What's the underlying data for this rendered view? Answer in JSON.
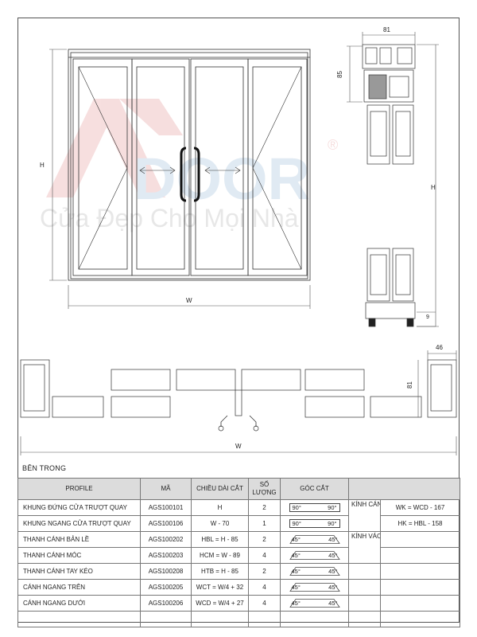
{
  "drawing": {
    "dim_frame_width": "81",
    "dim_frame_depth": "85",
    "dim_height_left": "H",
    "dim_height_right": "H",
    "dim_width_elevation": "W",
    "dim_width_plan": "W",
    "dim_sill": "9",
    "dim_plan_depth": "46",
    "dim_plan_frame": "81"
  },
  "watermark": {
    "brand": "DOOR",
    "registered": "®",
    "slogan": "Cửa Đẹp Cho Mọi Nhà"
  },
  "section_label": "BÊN TRONG",
  "table": {
    "headers": {
      "profile": "PROFILE",
      "code": "MÃ",
      "cut_length": "CHIỀU DÀI CẮT",
      "quantity": "SỐ LƯỢNG",
      "angle": "GÓC CẮT"
    },
    "rows": [
      {
        "profile": "KHUNG ĐỨNG CỬA TRƯỢT QUAY",
        "code": "AGS100101",
        "length": "H",
        "qty": "2",
        "a1": "90°",
        "a2": "90°",
        "bevel": false
      },
      {
        "profile": "KHUNG NGANG CỬA TRƯỢT QUAY",
        "code": "AGS100106",
        "length": "W - 70",
        "qty": "1",
        "a1": "90°",
        "a2": "90°",
        "bevel": false
      },
      {
        "profile": "THANH CÁNH BẢN LỀ",
        "code": "AGS100202",
        "length": "HBL = H - 85",
        "qty": "2",
        "a1": "45°",
        "a2": "45°",
        "bevel": true
      },
      {
        "profile": "THANH CÁNH MÓC",
        "code": "AGS100203",
        "length": "HCM = W - 89",
        "qty": "4",
        "a1": "45°",
        "a2": "45°",
        "bevel": true
      },
      {
        "profile": "THANH CÁNH TAY KÉO",
        "code": "AGS100208",
        "length": "HTB = H - 85",
        "qty": "2",
        "a1": "45°",
        "a2": "45°",
        "bevel": true
      },
      {
        "profile": "CÁNH NGANG TRÊN",
        "code": "AGS100205",
        "length": "WCT = W/4 + 32",
        "qty": "4",
        "a1": "45°",
        "a2": "45°",
        "bevel": true
      },
      {
        "profile": "CÁNH NGANG DƯỚI",
        "code": "AGS100206",
        "length": "WCD = W/4 + 27",
        "qty": "4",
        "a1": "45°",
        "a2": "45°",
        "bevel": true
      }
    ],
    "glass": {
      "kinh_canh": "KÍNH CÁNH",
      "kinh_vach": "KÍNH VÁCH",
      "wk": "WK = WCD - 167",
      "hk": "HK = HBL - 158"
    }
  }
}
